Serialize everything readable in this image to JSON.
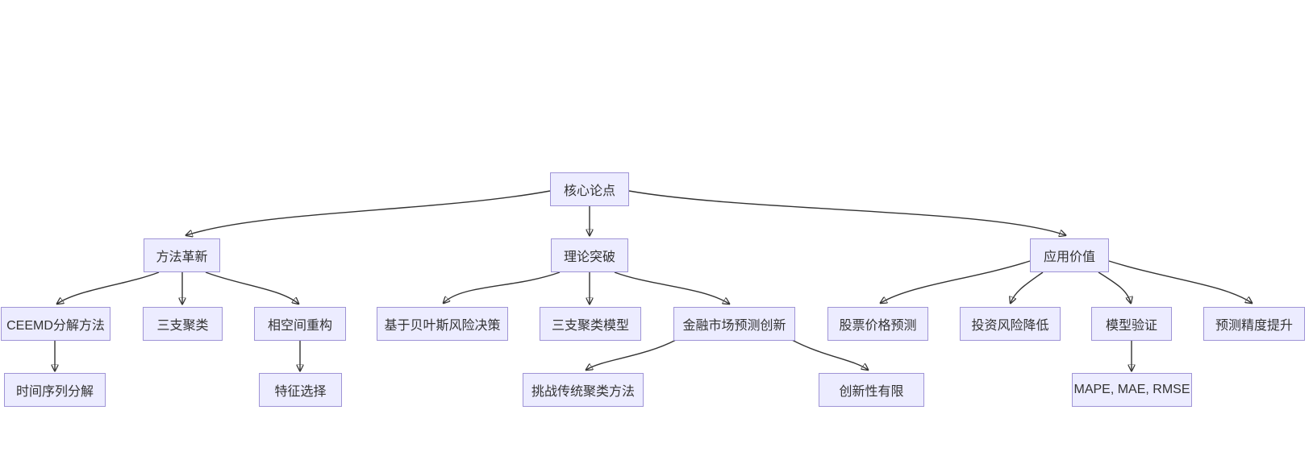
{
  "diagram": {
    "type": "flowchart-tree",
    "colors": {
      "background": "#ffffff",
      "node_fill": "#ECECFF",
      "node_border": "#9f94d6",
      "edge_stroke": "#333333",
      "text": "#333333"
    },
    "nodes": [
      {
        "id": "core-argument",
        "label": "核心论点",
        "level": 1
      },
      {
        "id": "method-innovation",
        "label": "方法革新",
        "level": 2,
        "parent": "core-argument"
      },
      {
        "id": "theoretical-breakthrough",
        "label": "理论突破",
        "level": 2,
        "parent": "core-argument"
      },
      {
        "id": "application-value",
        "label": "应用价值",
        "level": 2,
        "parent": "core-argument"
      },
      {
        "id": "ceemd-decomposition",
        "label": "CEEMD分解方法",
        "level": 3,
        "parent": "method-innovation"
      },
      {
        "id": "three-way-clustering",
        "label": "三支聚类",
        "level": 3,
        "parent": "method-innovation"
      },
      {
        "id": "phase-space-reconstruction",
        "label": "相空间重构",
        "level": 3,
        "parent": "method-innovation"
      },
      {
        "id": "bayesian-risk-decision",
        "label": "基于贝叶斯风险决策",
        "level": 3,
        "parent": "theoretical-breakthrough"
      },
      {
        "id": "three-way-clustering-model",
        "label": "三支聚类模型",
        "level": 3,
        "parent": "theoretical-breakthrough"
      },
      {
        "id": "financial-market-forecast",
        "label": "金融市场预测创新",
        "level": 3,
        "parent": "theoretical-breakthrough"
      },
      {
        "id": "stock-price-prediction",
        "label": "股票价格预测",
        "level": 3,
        "parent": "application-value"
      },
      {
        "id": "investment-risk-reduction",
        "label": "投资风险降低",
        "level": 3,
        "parent": "application-value"
      },
      {
        "id": "model-validation",
        "label": "模型验证",
        "level": 3,
        "parent": "application-value"
      },
      {
        "id": "prediction-accuracy-improvement",
        "label": "预测精度提升",
        "level": 3,
        "parent": "application-value"
      },
      {
        "id": "time-series-decomposition",
        "label": "时间序列分解",
        "level": 4,
        "parent": "ceemd-decomposition"
      },
      {
        "id": "feature-selection",
        "label": "特征选择",
        "level": 4,
        "parent": "phase-space-reconstruction"
      },
      {
        "id": "challenge-traditional-clustering",
        "label": "挑战传统聚类方法",
        "level": 4,
        "parent": "financial-market-forecast"
      },
      {
        "id": "limited-innovation",
        "label": "创新性有限",
        "level": 4,
        "parent": "financial-market-forecast"
      },
      {
        "id": "error-metrics",
        "label": "MAPE, MAE, RMSE",
        "level": 4,
        "parent": "model-validation"
      }
    ]
  }
}
